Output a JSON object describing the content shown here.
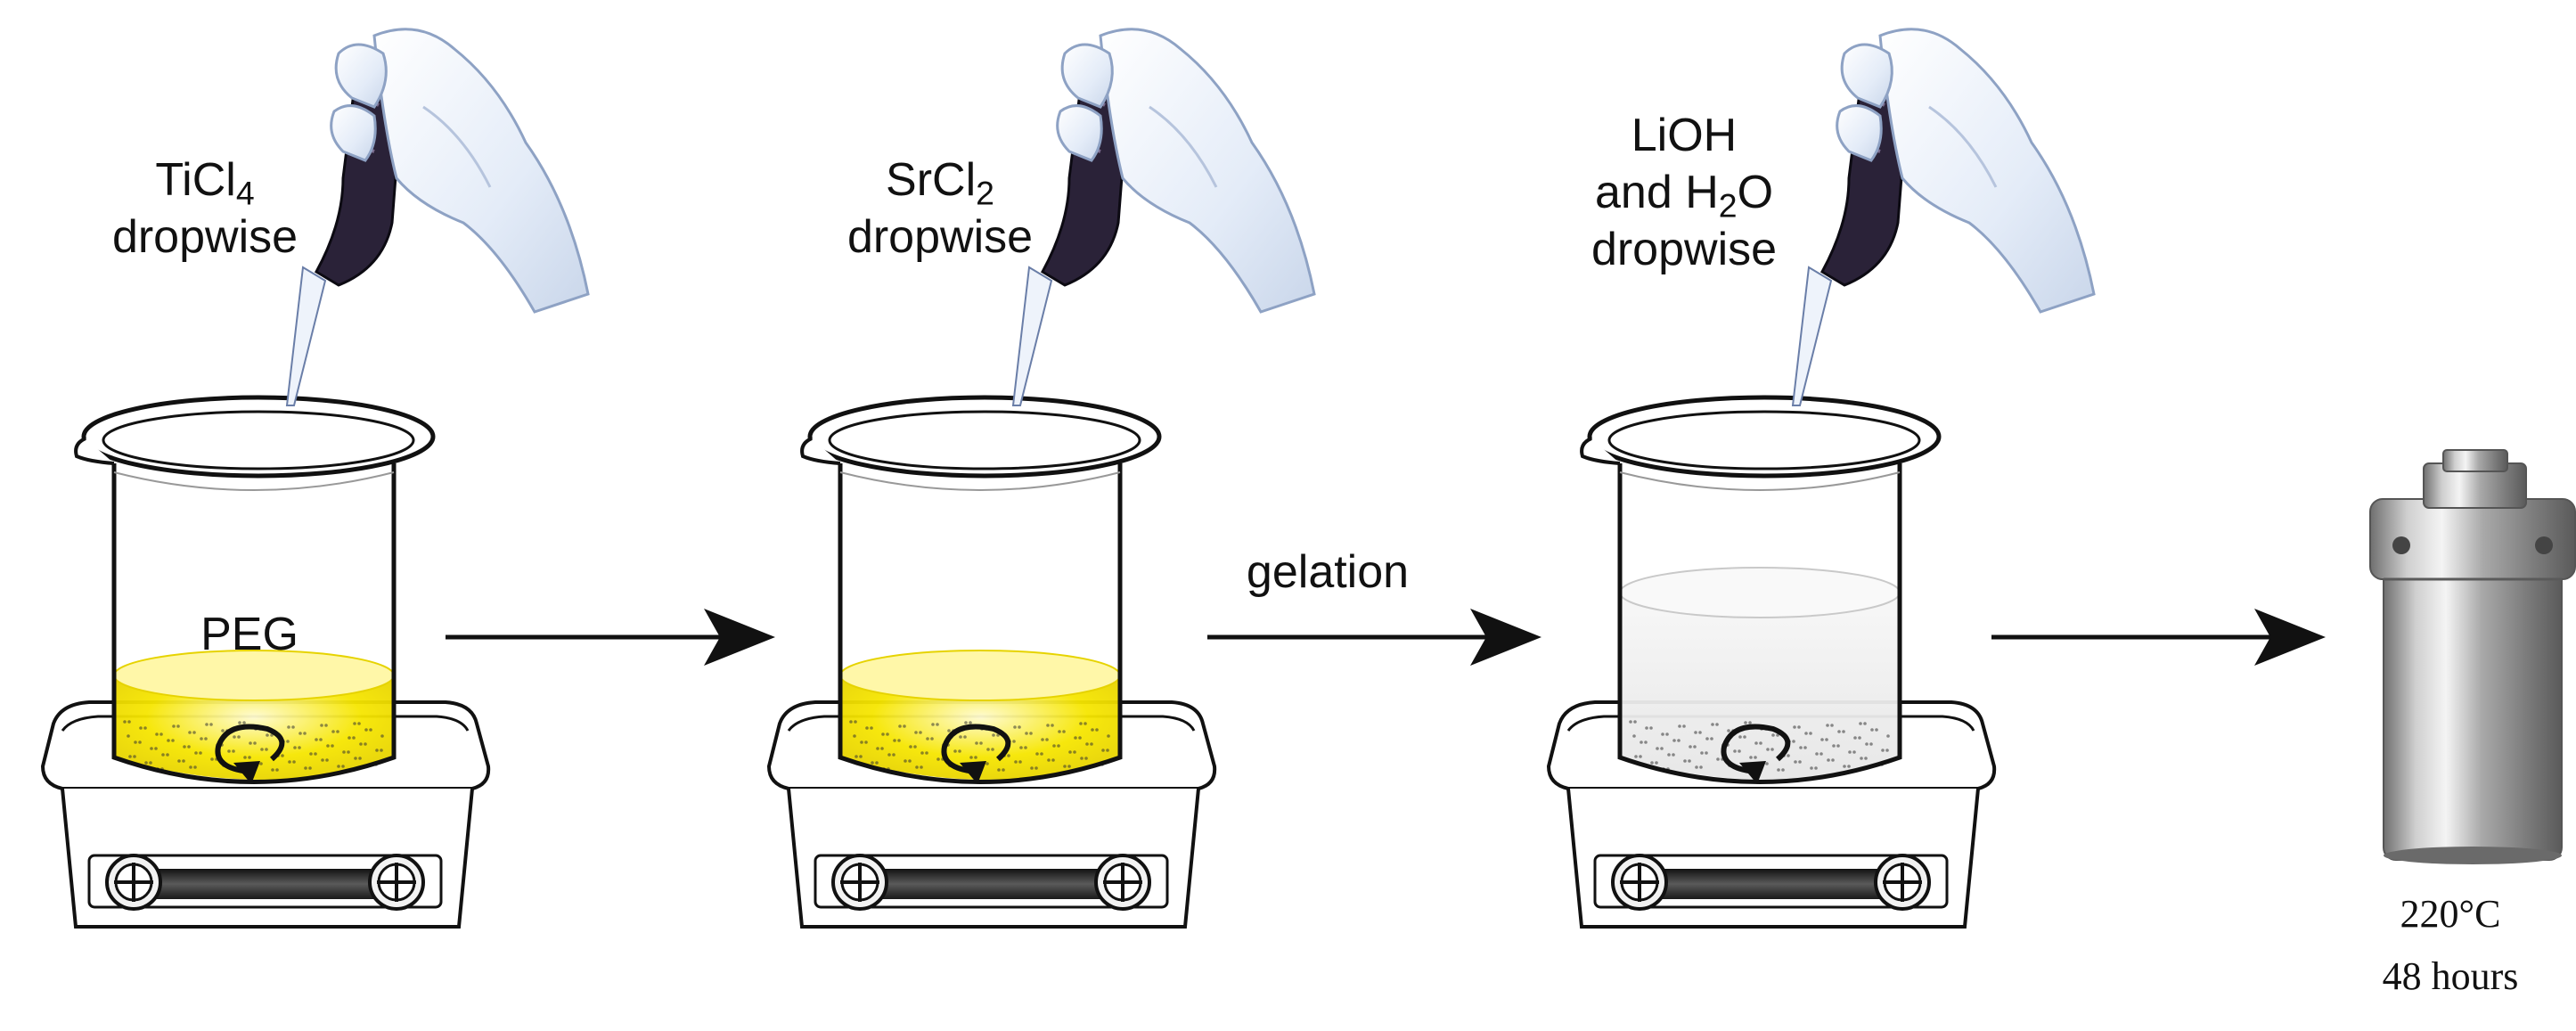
{
  "steps": [
    {
      "reagent": {
        "pre": "TiCl",
        "sub": "4",
        "post": ""
      },
      "action": "dropwise",
      "beaker_label": "PEG",
      "liquid": "yellow"
    },
    {
      "reagent": {
        "pre": "SrCl",
        "sub": "2",
        "post": ""
      },
      "action": "dropwise",
      "liquid": "yellow"
    },
    {
      "reagent_line1": "LiOH",
      "reagent": {
        "pre": "and H",
        "sub": "2",
        "post": "O"
      },
      "action": "dropwise",
      "liquid": "white"
    }
  ],
  "arrows": [
    "",
    "gelation",
    ""
  ],
  "autoclave": {
    "temperature": "220°C",
    "duration": "48 hours"
  },
  "colors": {
    "yellow_liquid": "#f6e600",
    "white_liquid": "#eeeeee",
    "pipette_body": "#2a2238",
    "glove": "#e6eef9",
    "steel": "#b8b8b8"
  }
}
